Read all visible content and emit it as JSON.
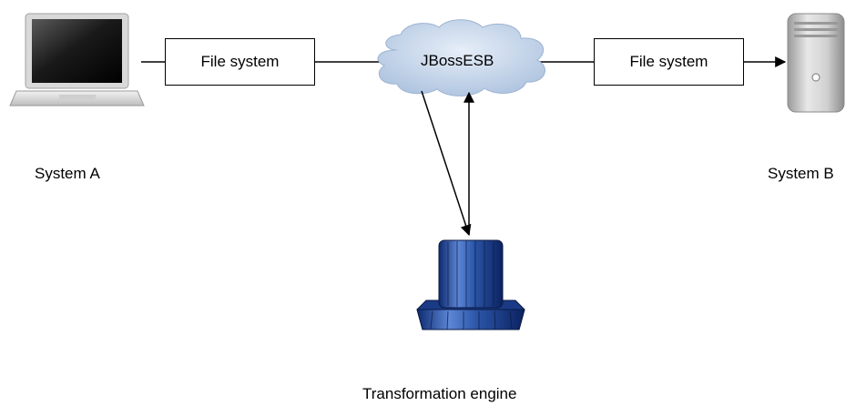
{
  "nodes": {
    "system_a": "System A",
    "system_b": "System B",
    "esb": "JBossESB",
    "file_system_left": "File system",
    "file_system_right": "File system",
    "transformation_engine": "Transformation engine"
  },
  "icons": {
    "system_a": "laptop-icon",
    "system_b": "server-tower-icon",
    "esb": "cloud-icon",
    "transformation_engine": "mainframe-icon"
  },
  "colors": {
    "cloud_fill": "#c9d9ec",
    "engine_blue": "#2c56a8",
    "line": "#000000"
  }
}
